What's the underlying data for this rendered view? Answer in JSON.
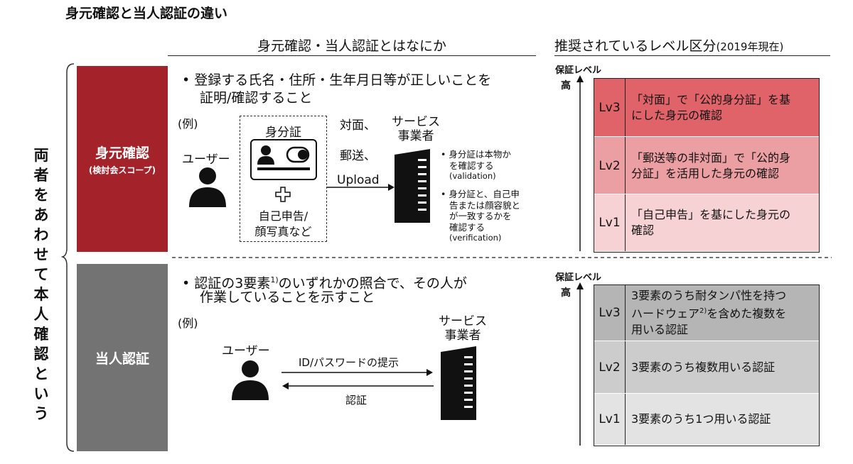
{
  "title": "身元確認と当人認証の違い",
  "col_left_header": "身元確認・当人認証とはなにか",
  "col_right_header": "推奨されているレベル区分",
  "col_right_header_note": "(2019年現在)",
  "side_label": "両者をあわせて本人確認という",
  "identity": {
    "block_title": "身元確認",
    "block_subtitle": "(検討会スコープ)",
    "bullet_line1": "• 登録する氏名・住所・生年月日等が正しいことを",
    "bullet_line2": "証明/確認すること",
    "example": "(例)",
    "user_label": "ユーザー",
    "id_card_label": "身分証",
    "plus": "+",
    "self_report_line1": "自己申告/",
    "self_report_line2": "顔写真など",
    "channel1": "対面、",
    "channel2": "郵送、",
    "channel3": "Upload",
    "provider_line1": "サービス",
    "provider_line2": "事業者",
    "note1_line1": "• 身分証は本物か",
    "note1_line2": "を確認する",
    "note1_line3": "(validation)",
    "note2_line1": "• 身分証と、自己申",
    "note2_line2": "告または顔容貌と",
    "note2_line3": "が一致するかを",
    "note2_line4": "確認する",
    "note2_line5": "(verification)"
  },
  "authentication": {
    "block_title": "当人認証",
    "bullet_line1": "• 認証の3要素",
    "bullet_sup": "1)",
    "bullet_line1_rest": "のいずれかの照合で、その人が",
    "bullet_line2": "作業していることを示すこと",
    "example": "(例)",
    "user_label": "ユーザー",
    "provider_line1": "サービス",
    "provider_line2": "事業者",
    "arrow_top_label": "ID/パスワードの提示",
    "arrow_bottom_label": "認証"
  },
  "levels_identity": {
    "axis_label": "保証レベル",
    "high": "高",
    "rows": [
      {
        "lv": "Lv3",
        "line1": "「対面」で「公的身分証」を基",
        "line2": "にした身元の確認",
        "color": "#e0636a"
      },
      {
        "lv": "Lv2",
        "line1": "「郵送等の非対面」で「公的身",
        "line2": "分証」を活用した身元の確認",
        "color": "#ec9fa3"
      },
      {
        "lv": "Lv1",
        "line1": "「自己申告」を基にした身元の",
        "line2": "確認",
        "color": "#f7d2d4"
      }
    ]
  },
  "levels_auth": {
    "axis_label": "保証レベル",
    "high": "高",
    "rows": [
      {
        "lv": "Lv3",
        "line1": "3要素のうち耐タンパ性を持つ",
        "line2a": "ハードウェア",
        "sup": "2)",
        "line2b": "を含めた複数を",
        "line3": "用いる認証",
        "color": "#b5b5b5"
      },
      {
        "lv": "Lv2",
        "line1": "3要素のうち複数用いる認証",
        "color": "#cccccc"
      },
      {
        "lv": "Lv1",
        "line1": "3要素のうち1つ用いる認証",
        "color": "#e3e3e3"
      }
    ]
  }
}
